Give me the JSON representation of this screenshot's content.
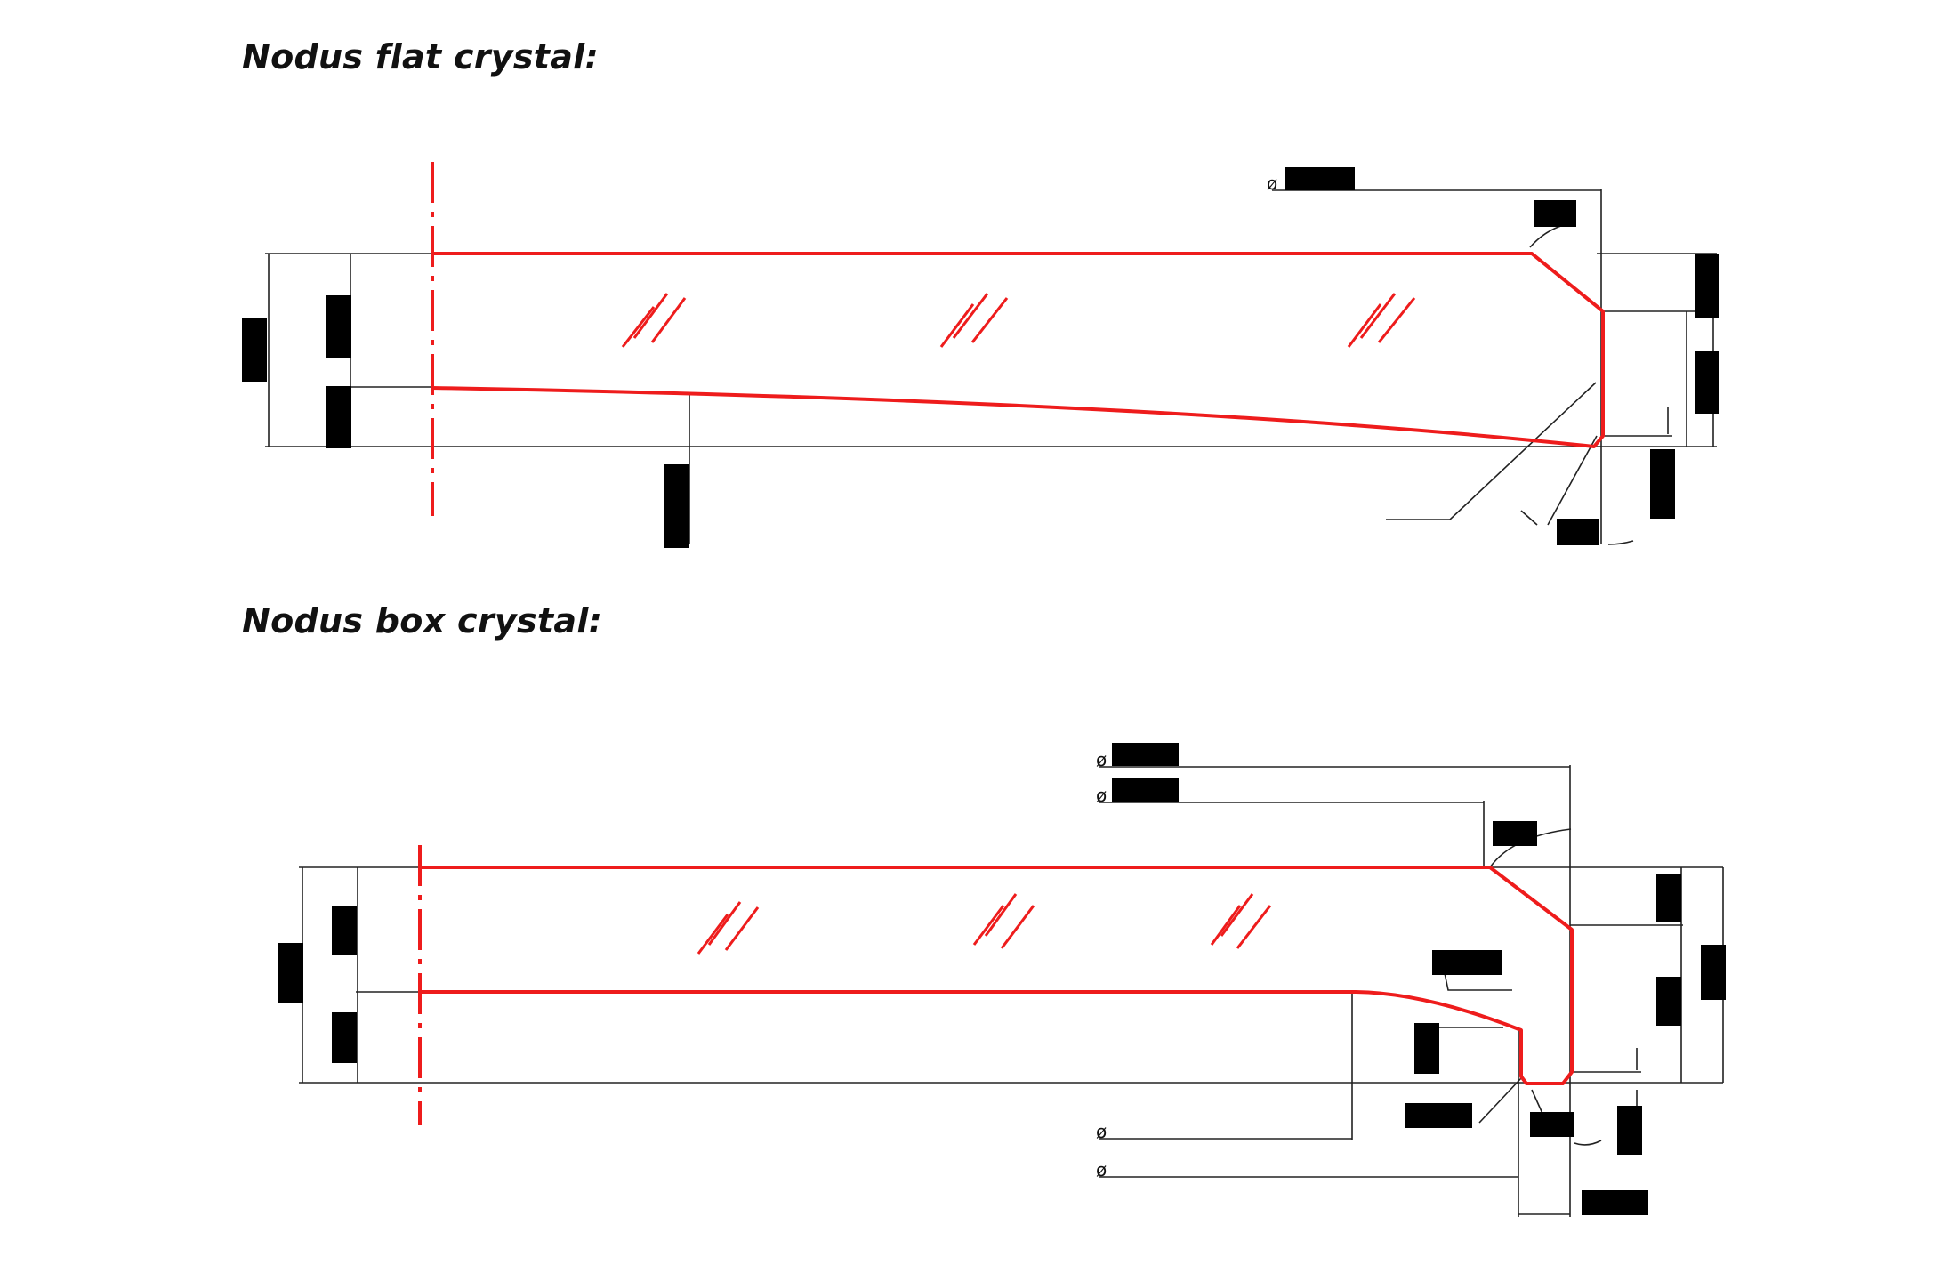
{
  "sections": {
    "flat": {
      "title": "Nodus flat crystal:",
      "diameter_symbol": "ø"
    },
    "box": {
      "title": "Nodus box crystal:",
      "diameter_symbol": "ø"
    }
  },
  "colors": {
    "outline": "#ee1c1c",
    "dimension": "#222222",
    "redaction": "#000000"
  },
  "notes": {
    "dimension_values": "all dimension values are covered by black redaction boxes",
    "hatch_symbol": "///"
  }
}
